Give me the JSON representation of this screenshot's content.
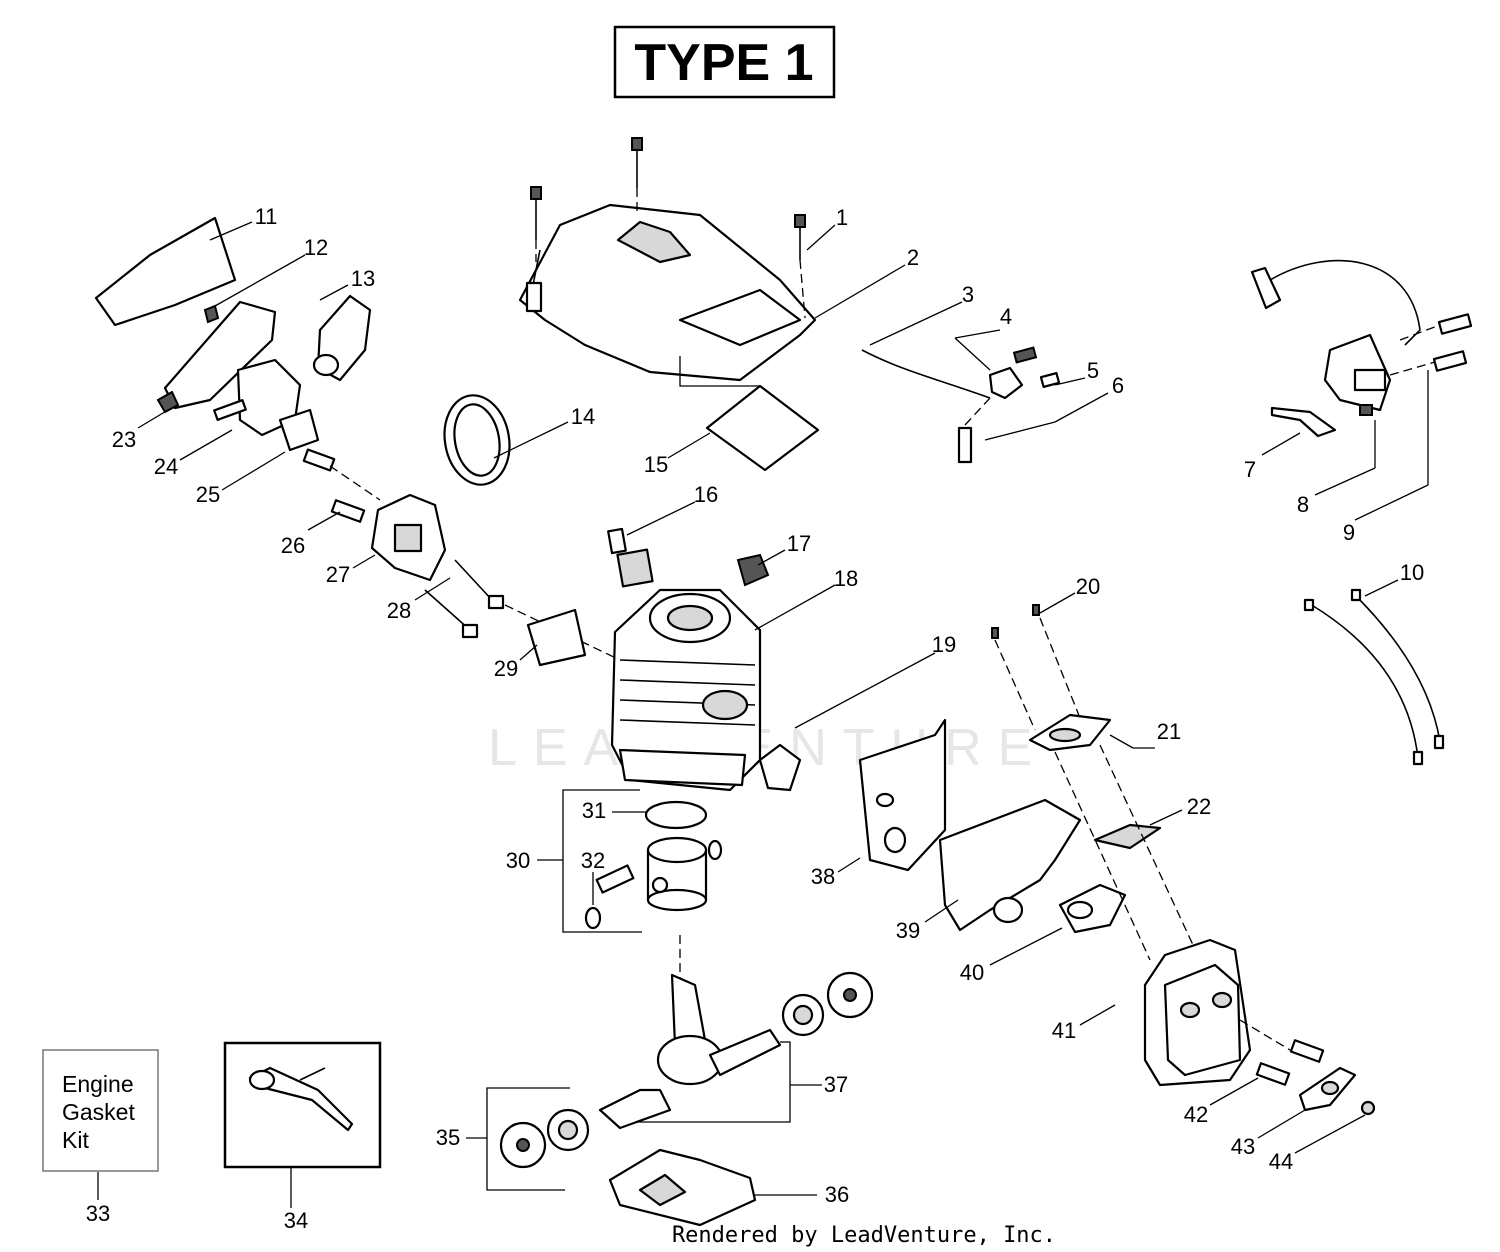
{
  "title": "TYPE 1",
  "watermark": "LEADVENTURE",
  "credit": "Rendered by LeadVenture, Inc.",
  "callouts": [
    "1",
    "2",
    "3",
    "4",
    "5",
    "6",
    "7",
    "8",
    "9",
    "10",
    "11",
    "12",
    "13",
    "14",
    "15",
    "16",
    "17",
    "18",
    "19",
    "20",
    "21",
    "22",
    "23",
    "24",
    "25",
    "26",
    "27",
    "28",
    "29",
    "30",
    "31",
    "32",
    "33",
    "34",
    "35",
    "36",
    "37",
    "38",
    "39",
    "40",
    "41",
    "42",
    "43",
    "44"
  ],
  "kit_box": {
    "lines": [
      "Engine",
      "Gasket",
      "Kit"
    ],
    "number": "33"
  },
  "tool_box": {
    "number": "34"
  }
}
